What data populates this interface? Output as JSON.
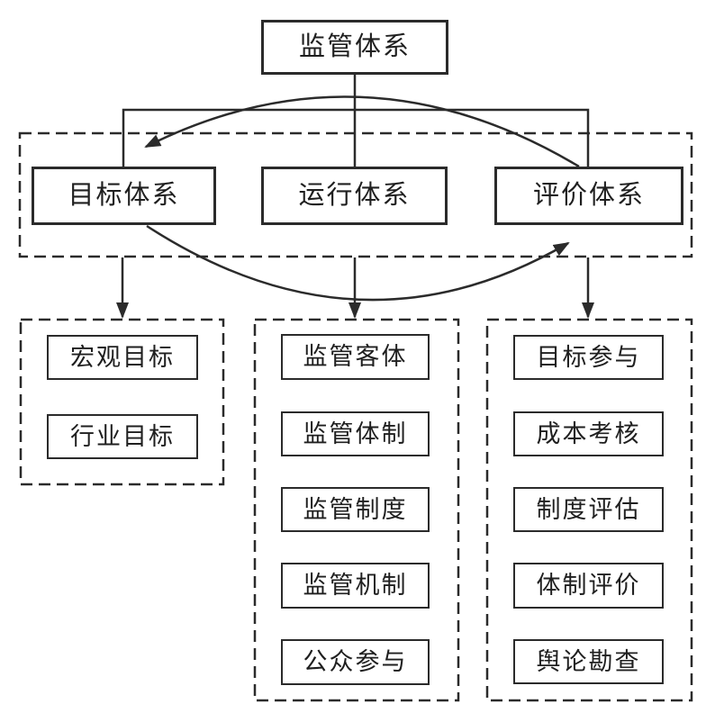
{
  "diagram": {
    "root": "监管体系",
    "tier2": [
      "目标体系",
      "运行体系",
      "评价体系"
    ],
    "goal_items": [
      "宏观目标",
      "行业目标"
    ],
    "operation_items": [
      "监管客体",
      "监管体制",
      "监管制度",
      "监管机制",
      "公众参与"
    ],
    "evaluation_items": [
      "目标参与",
      "成本考核",
      "制度评估",
      "体制评价",
      "舆论勘查"
    ]
  },
  "colors": {
    "line": "#2b2b2b",
    "text": "#1f1f1f",
    "background": "#ffffff"
  }
}
